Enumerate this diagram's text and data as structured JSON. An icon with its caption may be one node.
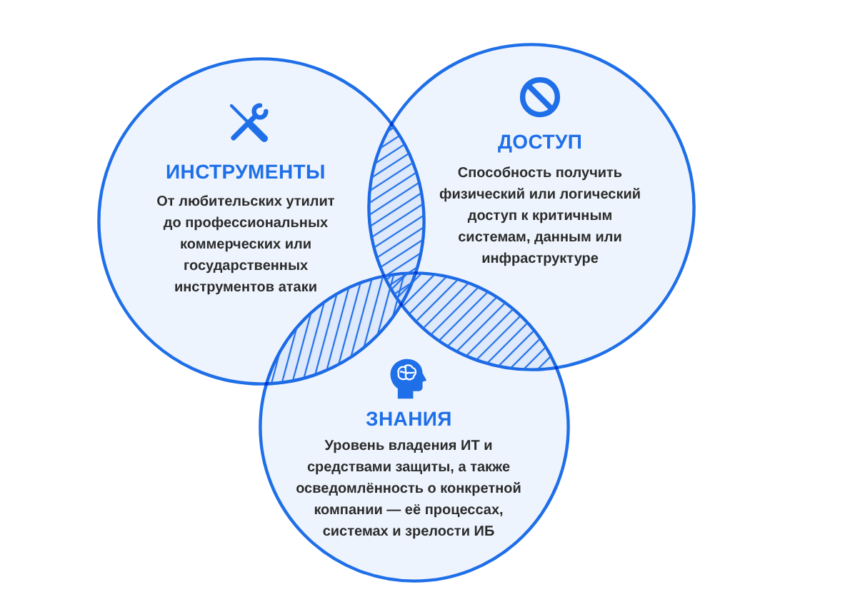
{
  "diagram": {
    "nodes": [
      {
        "text": [
          "ИНСТРУМЕНТЫ",
          "От любительских утилит до профессиональных коммерческих или государственных инструментов атаки"
        ]
      },
      {
        "text": [
          "ДОСТУП",
          "Способность получить физический или логический доступ к критичным системам, данным или инфраструктуре"
        ]
      },
      {
        "text": [
          "ЗНАНИЯ",
          "Уровень владения ИТ и средствами защиты, а также осведомлённость о конкретной компании — её процессах, системах и зрелости ИБ"
        ]
      }
    ]
  }
}
